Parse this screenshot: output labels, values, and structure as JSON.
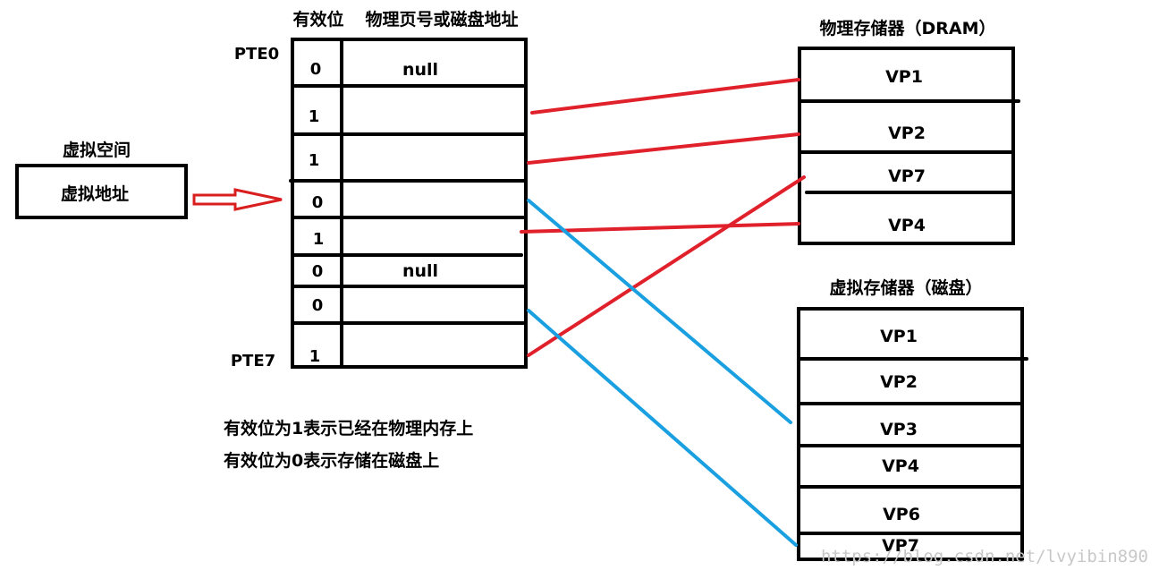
{
  "virtual_space": {
    "title": "虚拟空间",
    "box_label": "虚拟地址"
  },
  "page_table": {
    "header_valid": "有效位",
    "header_addr": "物理页号或磁盘地址",
    "first_label": "PTE0",
    "last_label": "PTE7",
    "rows": [
      {
        "valid": "0",
        "addr": "null"
      },
      {
        "valid": "1",
        "addr": ""
      },
      {
        "valid": "1",
        "addr": ""
      },
      {
        "valid": "0",
        "addr": ""
      },
      {
        "valid": "1",
        "addr": ""
      },
      {
        "valid": "0",
        "addr": "null"
      },
      {
        "valid": "0",
        "addr": ""
      },
      {
        "valid": "1",
        "addr": ""
      }
    ]
  },
  "dram": {
    "title": "物理存储器（DRAM）",
    "pages": [
      "VP1",
      "VP2",
      "VP7",
      "VP4"
    ]
  },
  "disk": {
    "title": "虚拟存储器（磁盘）",
    "pages": [
      "VP1",
      "VP2",
      "VP3",
      "VP4",
      "VP6",
      "VP7"
    ]
  },
  "notes": [
    "有效位为1表示已经在物理内存上",
    "有效位为0表示存储在磁盘上"
  ],
  "watermark": "https://blog.csdn.net/lvyibin890",
  "colors": {
    "dram_link": "#e0202a",
    "disk_link": "#1aa0e0",
    "arrow": "#d81e1e",
    "ink": "#000000"
  }
}
